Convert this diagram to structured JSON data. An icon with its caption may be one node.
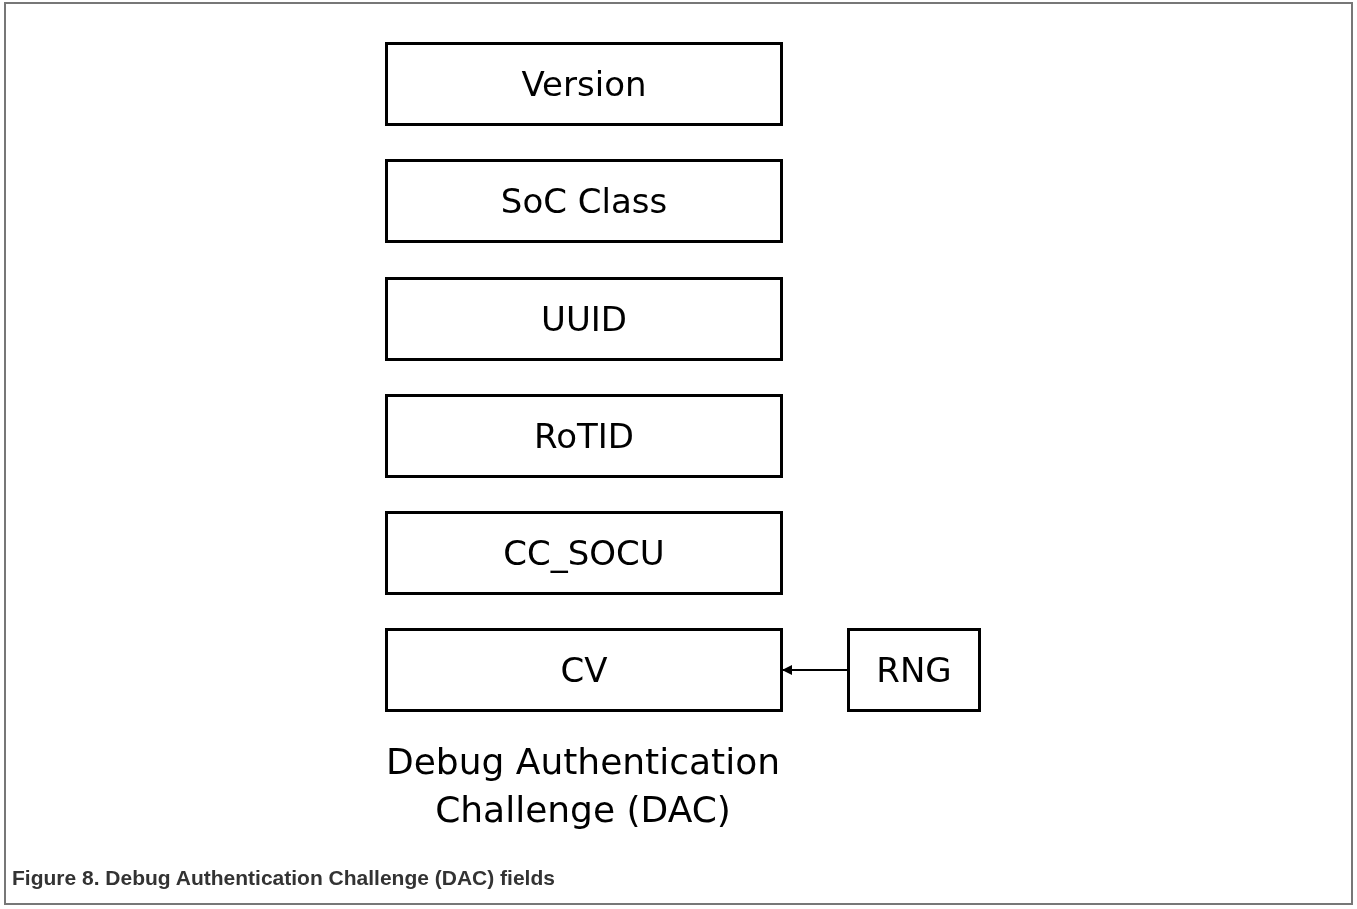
{
  "diagram": {
    "caption": "Figure 8.  Debug Authentication Challenge (DAC) fields",
    "nodes": [
      {
        "text": [
          "Version"
        ]
      },
      {
        "text": [
          "SoC Class"
        ]
      },
      {
        "text": [
          "UUID"
        ]
      },
      {
        "text": [
          "RoTID"
        ]
      },
      {
        "text": [
          "CC_SOCU"
        ]
      },
      {
        "text": [
          "CV"
        ]
      },
      {
        "text": [
          "RNG"
        ]
      }
    ],
    "edges": [
      {
        "from": 6,
        "to": 5,
        "arrow": "to"
      }
    ],
    "labels": [
      "Debug Authentication Challenge (DAC)"
    ]
  }
}
